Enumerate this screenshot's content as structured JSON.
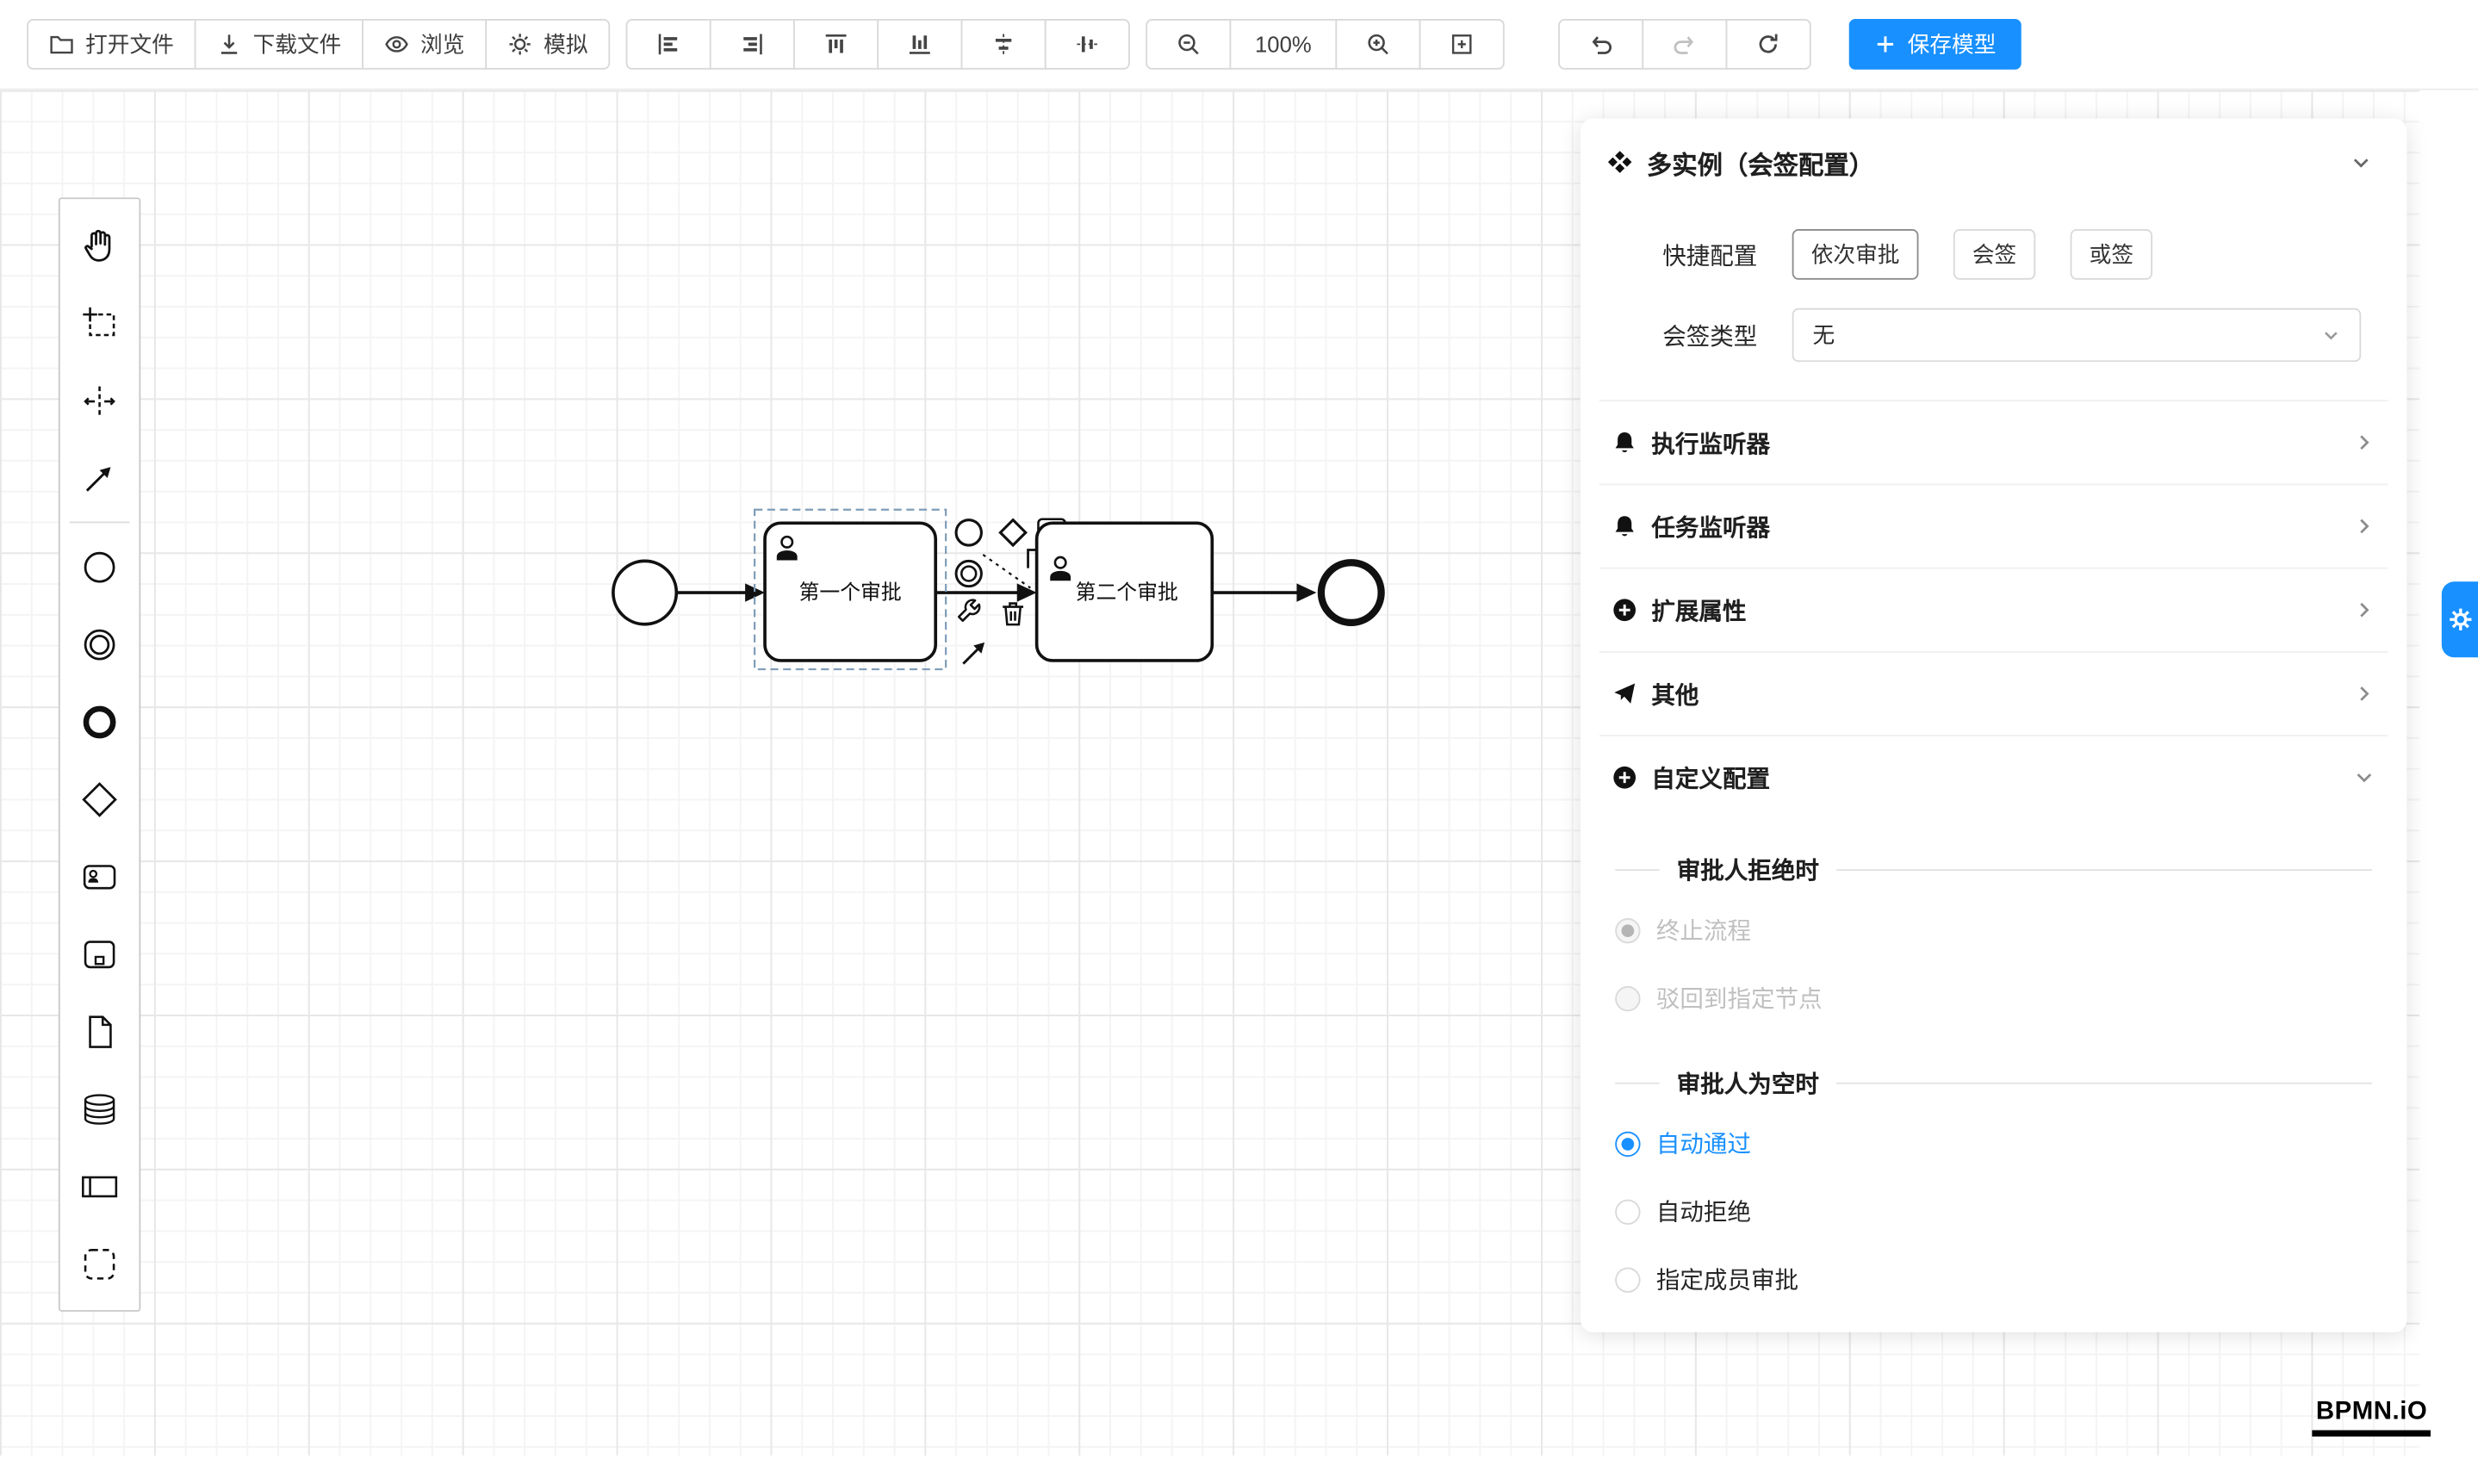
{
  "toolbar": {
    "file_buttons": [
      {
        "label": "打开文件",
        "icon": "folder-open-icon"
      },
      {
        "label": "下载文件",
        "icon": "download-icon"
      },
      {
        "label": "浏览",
        "icon": "eye-icon"
      },
      {
        "label": "模拟",
        "icon": "simulate-icon"
      }
    ],
    "align_buttons": [
      "align-left-icon",
      "align-right-icon",
      "align-top-icon",
      "align-bottom-icon",
      "align-center-horizontal-icon",
      "align-center-vertical-icon"
    ],
    "zoom": {
      "out_icon": "zoom-out-icon",
      "level": "100%",
      "in_icon": "zoom-in-icon",
      "reset_icon": "reset-zoom-icon"
    },
    "history_icons": [
      "undo-icon",
      "redo-icon",
      "restart-icon"
    ],
    "save": {
      "plus": "+",
      "label": "保存模型"
    }
  },
  "palette": {
    "items": [
      "hand-tool-icon",
      "lasso-tool-icon",
      "space-tool-icon",
      "global-connect-icon",
      "start-event-icon",
      "intermediate-event-icon",
      "end-event-icon",
      "gateway-icon",
      "user-task-icon",
      "call-activity-icon",
      "file-icon",
      "data-store-icon",
      "participant-icon",
      "group-icon"
    ]
  },
  "diagram": {
    "task1_label": "第一个审批",
    "task2_label": "第二个审批"
  },
  "panel": {
    "title": "多实例（会签配置）",
    "quick_config_label": "快捷配置",
    "quick_options": [
      "依次审批",
      "会签",
      "或签"
    ],
    "sign_type_label": "会签类型",
    "sign_type_value": "无",
    "sections": [
      {
        "label": "执行监听器",
        "icon": "bell-icon"
      },
      {
        "label": "任务监听器",
        "icon": "bell-icon"
      },
      {
        "label": "扩展属性",
        "icon": "plus-circle-icon"
      },
      {
        "label": "其他",
        "icon": "send-icon"
      },
      {
        "label": "自定义配置",
        "icon": "plus-circle-icon"
      }
    ],
    "reject_group": {
      "title": "审批人拒绝时",
      "options": [
        {
          "label": "终止流程",
          "selected": true,
          "disabled": true
        },
        {
          "label": "驳回到指定节点",
          "selected": false,
          "disabled": true
        }
      ]
    },
    "empty_group": {
      "title": "审批人为空时",
      "options": [
        {
          "label": "自动通过",
          "selected": true,
          "disabled": false
        },
        {
          "label": "自动拒绝",
          "selected": false,
          "disabled": false
        },
        {
          "label": "指定成员审批",
          "selected": false,
          "disabled": false
        }
      ]
    }
  },
  "logo": "BPMN.iO",
  "colors": {
    "accent": "#1890ff",
    "selection": "#7f9db9"
  }
}
